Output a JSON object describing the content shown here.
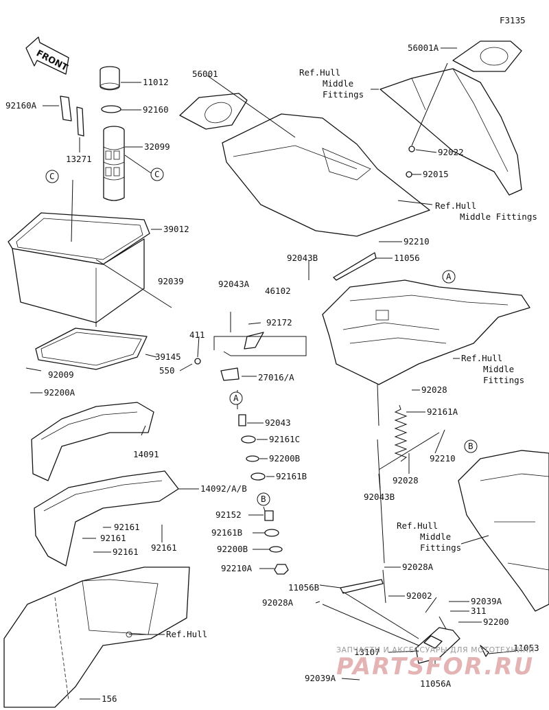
{
  "figure_id": "F3135",
  "front_arrow": "FRONT",
  "callouts": [
    "A",
    "B",
    "C"
  ],
  "labels": {
    "p11012": "11012",
    "p92160": "92160",
    "p92160A": "92160A",
    "p13271": "13271",
    "p32099": "32099",
    "p56001": "56001",
    "p56001A": "56001A",
    "ref_hull_mf1_l1": "Ref.Hull",
    "ref_hull_mf1_l2": "Middle",
    "ref_hull_mf1_l3": "Fittings",
    "p92022": "92022",
    "p92015": "92015",
    "ref_hull_mf2_l1": "Ref.Hull",
    "ref_hull_mf2_l2": "Middle Fittings",
    "p39012": "39012",
    "p92039": "92039",
    "p92043A": "92043A",
    "p46102": "46102",
    "p92172": "92172",
    "p411": "411",
    "p550": "550",
    "p27016A": "27016/A",
    "p39145": "39145",
    "p92009": "92009",
    "p92200A": "92200A",
    "p92043": "92043",
    "p92161C": "92161C",
    "p92200B_1": "92200B",
    "p92161B_1": "92161B",
    "p92152": "92152",
    "p92161B_2": "92161B",
    "p92200B_2": "92200B",
    "p92210A": "92210A",
    "p14091": "14091",
    "p14092": "14092/A/B",
    "p92161_1": "92161",
    "p92161_2": "92161",
    "p92161_3": "92161",
    "p92161_4": "92161",
    "ref_hull": "Ref.Hull",
    "p156": "156",
    "p92043B_1": "92043B",
    "p92210_1": "92210",
    "p11056": "11056",
    "ref_hull_mf3_l1": "Ref.Hull",
    "ref_hull_mf3_l2": "Middle",
    "ref_hull_mf3_l3": "Fittings",
    "p92028_1": "92028",
    "p92161A": "92161A",
    "p92210_2": "92210",
    "p92028_2": "92028",
    "p92043B_2": "92043B",
    "ref_hull_mf4_l1": "Ref.Hull",
    "ref_hull_mf4_l2": "Middle",
    "ref_hull_mf4_l3": "Fittings",
    "p92028A_1": "92028A",
    "p11056B": "11056B",
    "p92002": "92002",
    "p92028A_2": "92028A",
    "p92039A_1": "92039A",
    "p311": "311",
    "p92200": "92200",
    "p13107": "13107",
    "p11053": "11053",
    "p92039A_2": "92039A",
    "p11056A": "11056A"
  },
  "watermark": {
    "line1": "ЗАПЧАСТИ И АКСЕССУАРЫ ДЛЯ МОТОТЕХНИКИ",
    "line2": "PARTSFOR.RU"
  }
}
